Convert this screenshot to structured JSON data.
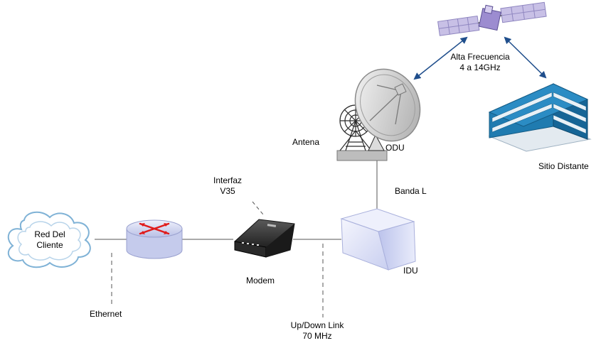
{
  "labels": {
    "cloud": "Red Del\nCliente",
    "cloud_line1": "Red Del",
    "cloud_line2": "Cliente",
    "ethernet": "Ethernet",
    "interfaz_line1": "Interfaz",
    "interfaz_line2": "V35",
    "modem": "Modem",
    "uplink_line1": "Up/Down Link",
    "uplink_line2": "70 MHz",
    "idu": "IDU",
    "banda": "Banda L",
    "antena": "Antena",
    "odu": "ODU",
    "freq_line1": "Alta Frecuencia",
    "freq_line2": "4 a 14GHz",
    "sitio": "Sitio Distante"
  },
  "icons": {
    "cloud": "client-network-cloud-icon",
    "router": "router-icon",
    "modem": "modem-icon",
    "idu": "idu-box-icon",
    "antenna": "satellite-dish-antenna-icon",
    "satellite": "satellite-icon",
    "building": "building-icon"
  },
  "colors": {
    "line": "#555555",
    "arrow": "#1f4e8c",
    "idu": "#d7dcf5",
    "building": "#1f7bb0",
    "satellite_panel": "#c8c0e6"
  }
}
